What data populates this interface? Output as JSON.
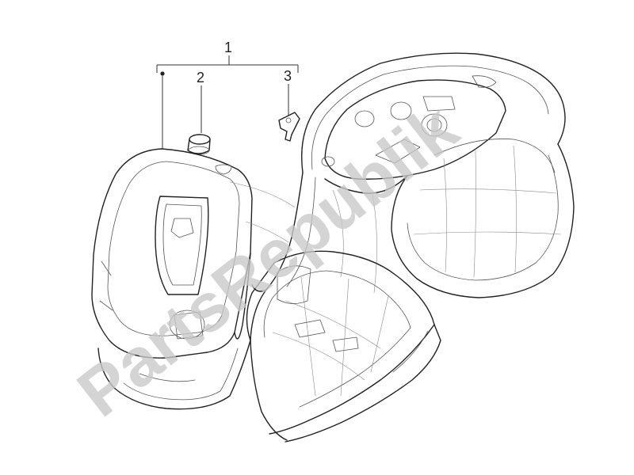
{
  "diagram": {
    "callouts": [
      {
        "id": "1",
        "label": "1"
      },
      {
        "id": "2",
        "label": "2"
      },
      {
        "id": "3",
        "label": "3"
      }
    ],
    "watermark": "PartsRepublik",
    "colors": {
      "line": "#222222",
      "mesh": "#8a8a8a",
      "watermark": "#c9c9c9",
      "background": "#ffffff"
    }
  }
}
